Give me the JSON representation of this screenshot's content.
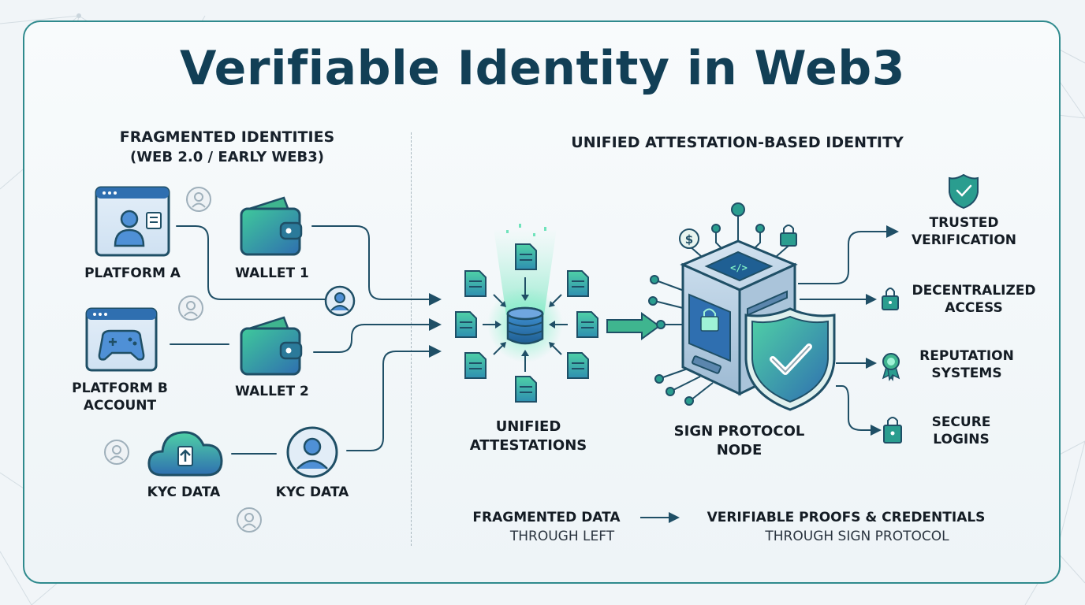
{
  "title": "Verifiable Identity in Web3",
  "left_section": {
    "heading_line1": "FRAGMENTED IDENTITIES",
    "heading_line2": "(WEB 2.0 / EARLY WEB3)",
    "items": {
      "platform_a": "PLATFORM A",
      "wallet_1": "WALLET 1",
      "platform_b_line1": "PLATFORM B",
      "platform_b_line2": "ACCOUNT",
      "wallet_2": "WALLET 2",
      "kyc_data_1": "KYC DATA",
      "kyc_data_2": "KYC DATA"
    }
  },
  "right_section": {
    "heading": "UNIFIED ATTESTATION-BASED IDENTITY",
    "hub_label_line1": "UNIFIED",
    "hub_label_line2": "ATTESTATIONS",
    "node_label_line1": "SIGN PROTOCOL",
    "node_label_line2": "NODE",
    "outcomes": [
      {
        "line1": "TRUSTED",
        "line2": "VERIFICATION",
        "icon": "shield-check-icon"
      },
      {
        "line1": "DECENTRALIZED",
        "line2": "ACCESS",
        "icon": "lock-icon"
      },
      {
        "line1": "REPUTATION",
        "line2": "SYSTEMS",
        "icon": "award-badge-icon"
      },
      {
        "line1": "SECURE",
        "line2": "LOGINS",
        "icon": "lock-icon"
      }
    ]
  },
  "footer": {
    "left_main": "FRAGMENTED DATA",
    "left_sub": "THROUGH LEFT",
    "right_main": "VERIFIABLE PROOFS & CREDENTIALS",
    "right_sub": "THROUGH SIGN PROTOCOL"
  },
  "colors": {
    "title": "#123f56",
    "accent_teal": "#2a9d8f",
    "accent_green": "#3fc99b",
    "accent_blue": "#2f6fb0",
    "line": "#1f4f66",
    "frame": "#2f8a8d"
  }
}
